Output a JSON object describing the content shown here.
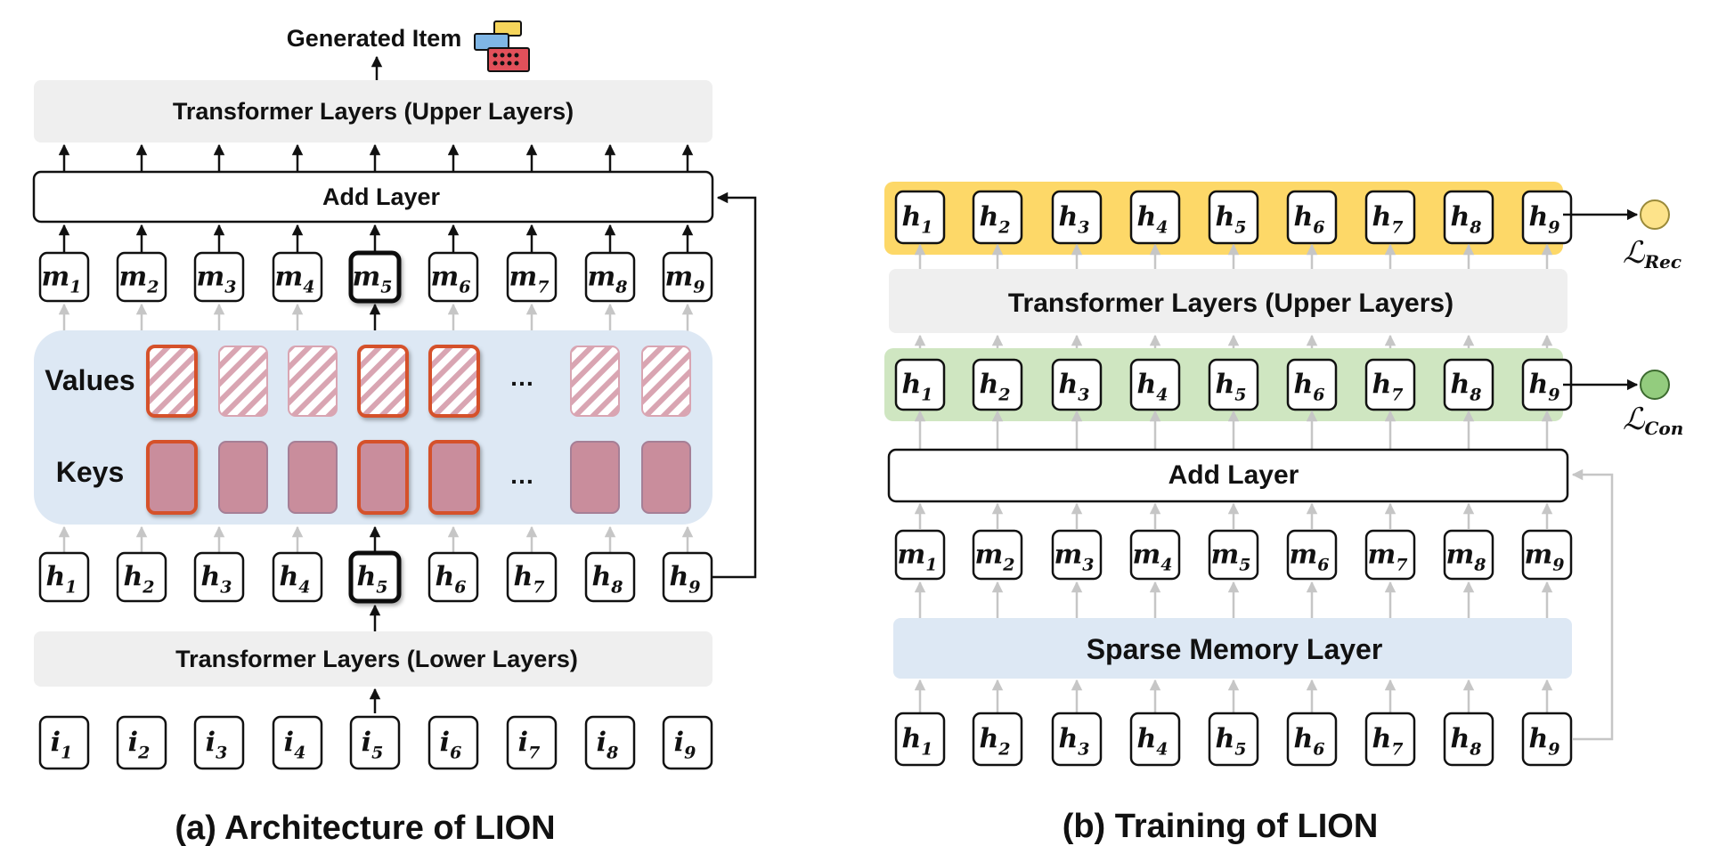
{
  "colors": {
    "gray_layer": "#efefef",
    "blue_panel": "#dde8f4",
    "key_fill": "#c98d9c",
    "key_border_dim": "#a57f96",
    "selected_border": "#d5512b",
    "value_stripe": "#d9a5b2",
    "yellow_band": "#fdd868",
    "green_band": "#cfe6c1",
    "rec_circle": "#fde38a",
    "con_circle": "#93cc7e",
    "gray_arrow": "#c6c6c6",
    "black": "#111111"
  },
  "panel_a": {
    "caption": "(a) Architecture of LION",
    "generated_label": "Generated Item",
    "generated_icon": "lego-bricks-icon",
    "upper_layers": "Transformer Layers (Upper Layers)",
    "add_layer": "Add Layer",
    "values_label": "Values",
    "keys_label": "Keys",
    "ellipsis": "…",
    "lower_layers": "Transformer Layers (Lower Layers)",
    "m_tokens": [
      {
        "base": "m",
        "sub": "1"
      },
      {
        "base": "m",
        "sub": "2"
      },
      {
        "base": "m",
        "sub": "3"
      },
      {
        "base": "m",
        "sub": "4"
      },
      {
        "base": "m",
        "sub": "5"
      },
      {
        "base": "m",
        "sub": "6"
      },
      {
        "base": "m",
        "sub": "7"
      },
      {
        "base": "m",
        "sub": "8"
      },
      {
        "base": "m",
        "sub": "9"
      }
    ],
    "h_tokens": [
      {
        "base": "h",
        "sub": "1"
      },
      {
        "base": "h",
        "sub": "2"
      },
      {
        "base": "h",
        "sub": "3"
      },
      {
        "base": "h",
        "sub": "4"
      },
      {
        "base": "h",
        "sub": "5"
      },
      {
        "base": "h",
        "sub": "6"
      },
      {
        "base": "h",
        "sub": "7"
      },
      {
        "base": "h",
        "sub": "8"
      },
      {
        "base": "h",
        "sub": "9"
      }
    ],
    "i_tokens": [
      {
        "base": "i",
        "sub": "1"
      },
      {
        "base": "i",
        "sub": "2"
      },
      {
        "base": "i",
        "sub": "3"
      },
      {
        "base": "i",
        "sub": "4"
      },
      {
        "base": "i",
        "sub": "5"
      },
      {
        "base": "i",
        "sub": "6"
      },
      {
        "base": "i",
        "sub": "7"
      },
      {
        "base": "i",
        "sub": "8"
      },
      {
        "base": "i",
        "sub": "9"
      }
    ],
    "highlight_index": 4,
    "selected_slots": [
      0,
      3,
      4
    ]
  },
  "panel_b": {
    "caption": "(b) Training of LION",
    "upper_layers": "Transformer Layers (Upper Layers)",
    "add_layer": "Add Layer",
    "sparse_memory": "Sparse Memory Layer",
    "loss_rec": {
      "base": "ℒ",
      "sub": "Rec"
    },
    "loss_con": {
      "base": "ℒ",
      "sub": "Con"
    },
    "h_top": [
      {
        "base": "h",
        "sub": "1"
      },
      {
        "base": "h",
        "sub": "2"
      },
      {
        "base": "h",
        "sub": "3"
      },
      {
        "base": "h",
        "sub": "4"
      },
      {
        "base": "h",
        "sub": "5"
      },
      {
        "base": "h",
        "sub": "6"
      },
      {
        "base": "h",
        "sub": "7"
      },
      {
        "base": "h",
        "sub": "8"
      },
      {
        "base": "h",
        "sub": "9"
      }
    ],
    "h_mid": [
      {
        "base": "h",
        "sub": "1"
      },
      {
        "base": "h",
        "sub": "2"
      },
      {
        "base": "h",
        "sub": "3"
      },
      {
        "base": "h",
        "sub": "4"
      },
      {
        "base": "h",
        "sub": "5"
      },
      {
        "base": "h",
        "sub": "6"
      },
      {
        "base": "h",
        "sub": "7"
      },
      {
        "base": "h",
        "sub": "8"
      },
      {
        "base": "h",
        "sub": "9"
      }
    ],
    "m_tokens": [
      {
        "base": "m",
        "sub": "1"
      },
      {
        "base": "m",
        "sub": "2"
      },
      {
        "base": "m",
        "sub": "3"
      },
      {
        "base": "m",
        "sub": "4"
      },
      {
        "base": "m",
        "sub": "5"
      },
      {
        "base": "m",
        "sub": "6"
      },
      {
        "base": "m",
        "sub": "7"
      },
      {
        "base": "m",
        "sub": "8"
      },
      {
        "base": "m",
        "sub": "9"
      }
    ],
    "h_bottom": [
      {
        "base": "h",
        "sub": "1"
      },
      {
        "base": "h",
        "sub": "2"
      },
      {
        "base": "h",
        "sub": "3"
      },
      {
        "base": "h",
        "sub": "4"
      },
      {
        "base": "h",
        "sub": "5"
      },
      {
        "base": "h",
        "sub": "6"
      },
      {
        "base": "h",
        "sub": "7"
      },
      {
        "base": "h",
        "sub": "8"
      },
      {
        "base": "h",
        "sub": "9"
      }
    ]
  }
}
